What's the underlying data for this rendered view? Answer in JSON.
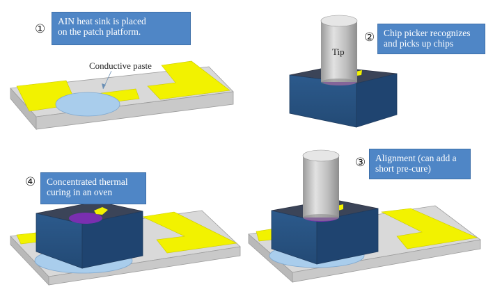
{
  "steps": [
    {
      "number": "①",
      "text_line1": "AIN heat sink is placed",
      "text_line2": "on the patch platform."
    },
    {
      "number": "②",
      "text_line1": "Chip picker recognizes",
      "text_line2": "and picks up chips"
    },
    {
      "number": "③",
      "text_line1": "Alignment (can add a",
      "text_line2": "short pre-cure)"
    },
    {
      "number": "④",
      "text_line1": "Concentrated thermal",
      "text_line2": "curing in an oven"
    }
  ],
  "labels": {
    "conductive_paste": "Conductive paste",
    "tip": "Tip"
  },
  "colors": {
    "label_box": "#4f86c6",
    "platform_top": "#d8d8d8",
    "platform_side": "#bdbdbd",
    "pad_yellow": "#f2f200",
    "paste_blue": "#a9cdec",
    "chip_top": "#3b4458",
    "chip_side": "#2f5f8f",
    "tip_gray": "#c8c8c8",
    "purple": "#7a2fb0"
  }
}
